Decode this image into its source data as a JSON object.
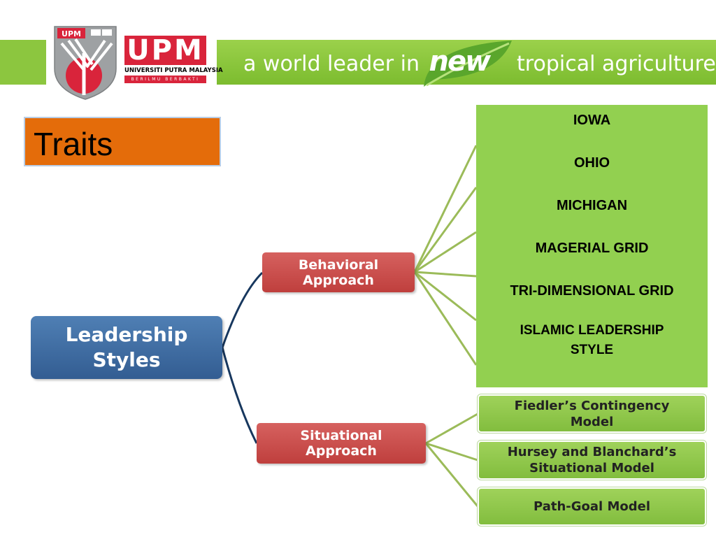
{
  "header": {
    "logo_badge": "UPM",
    "logo_text": "UPM",
    "university": "UNIVERSITI PUTRA MALAYSIA",
    "motto": "BERILMU BERBAKTI",
    "tagline_prefix": "a world leader in",
    "tagline_highlight": "new",
    "tagline_suffix": "tropical agriculture"
  },
  "title": "Traits",
  "diagram": {
    "root": "Leadership\nStyles",
    "behavioral": "Behavioral\nApproach",
    "situational": "Situational\nApproach",
    "behavioral_items": [
      "IOWA",
      "OHIO",
      "MICHIGAN",
      "MAGERIAL GRID",
      "TRI-DIMENSIONAL GRID",
      "ISLAMIC LEADERSHIP\nSTYLE"
    ],
    "situational_items": [
      "Fiedler’s Contingency\nModel",
      "Hursey and Blanchard’s\nSituational Model",
      "Path-Goal Model"
    ]
  },
  "colors": {
    "banner_green": "#8cc63f",
    "brand_red": "#d9243b",
    "traits_orange": "#e46c0a",
    "root_blue": "#3d6aa1",
    "approach_red": "#c94c4a",
    "leaf_green": "#92d050",
    "connector_navy": "#17375e",
    "connector_olive": "#9bbb59"
  }
}
